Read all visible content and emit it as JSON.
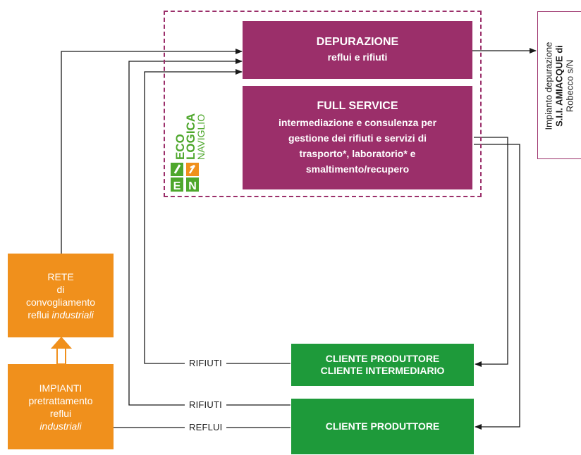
{
  "depurazione": {
    "title": "DEPURAZIONE",
    "subtitle": "reflui e rifiuti"
  },
  "full_service": {
    "title": "FULL SERVICE",
    "lines": [
      "intermediazione e consulenza per",
      "gestione dei rifiuti e servizi di",
      "trasporto*, laboratorio* e",
      "smaltimento/recupero"
    ]
  },
  "logo": {
    "word1": "ECO",
    "word2": "LOGICA",
    "word3": "NAVIGLIO",
    "letter_e": "E",
    "letter_n": "N"
  },
  "plant": {
    "lines": [
      "Impianto depurazione",
      "S.I.I. AMIACQUE di",
      "Robecco s/N"
    ]
  },
  "rete": {
    "line1": "RETE",
    "line2": "di",
    "line3": "convogliamento",
    "line4_plain": "reflui ",
    "line4_italic": "industriali"
  },
  "impianti": {
    "line1": "IMPIANTI",
    "line2": "pretrattamento",
    "line3": "reflui",
    "line4": "industriali"
  },
  "clients": {
    "top": {
      "line1": "CLIENTE PRODUTTORE",
      "line2": "CLIENTE INTERMEDIARIO"
    },
    "bottom": {
      "label": "CLIENTE PRODUTTORE"
    }
  },
  "flow_labels": {
    "rifiuti_1": "RIFIUTI",
    "rifiuti_2": "RIFIUTI",
    "reflui": "REFLUI"
  },
  "colors": {
    "purple": "#9b2f6a",
    "green": "#1e9a3a",
    "orange": "#f0901c",
    "logo_green": "#4ea72c"
  }
}
